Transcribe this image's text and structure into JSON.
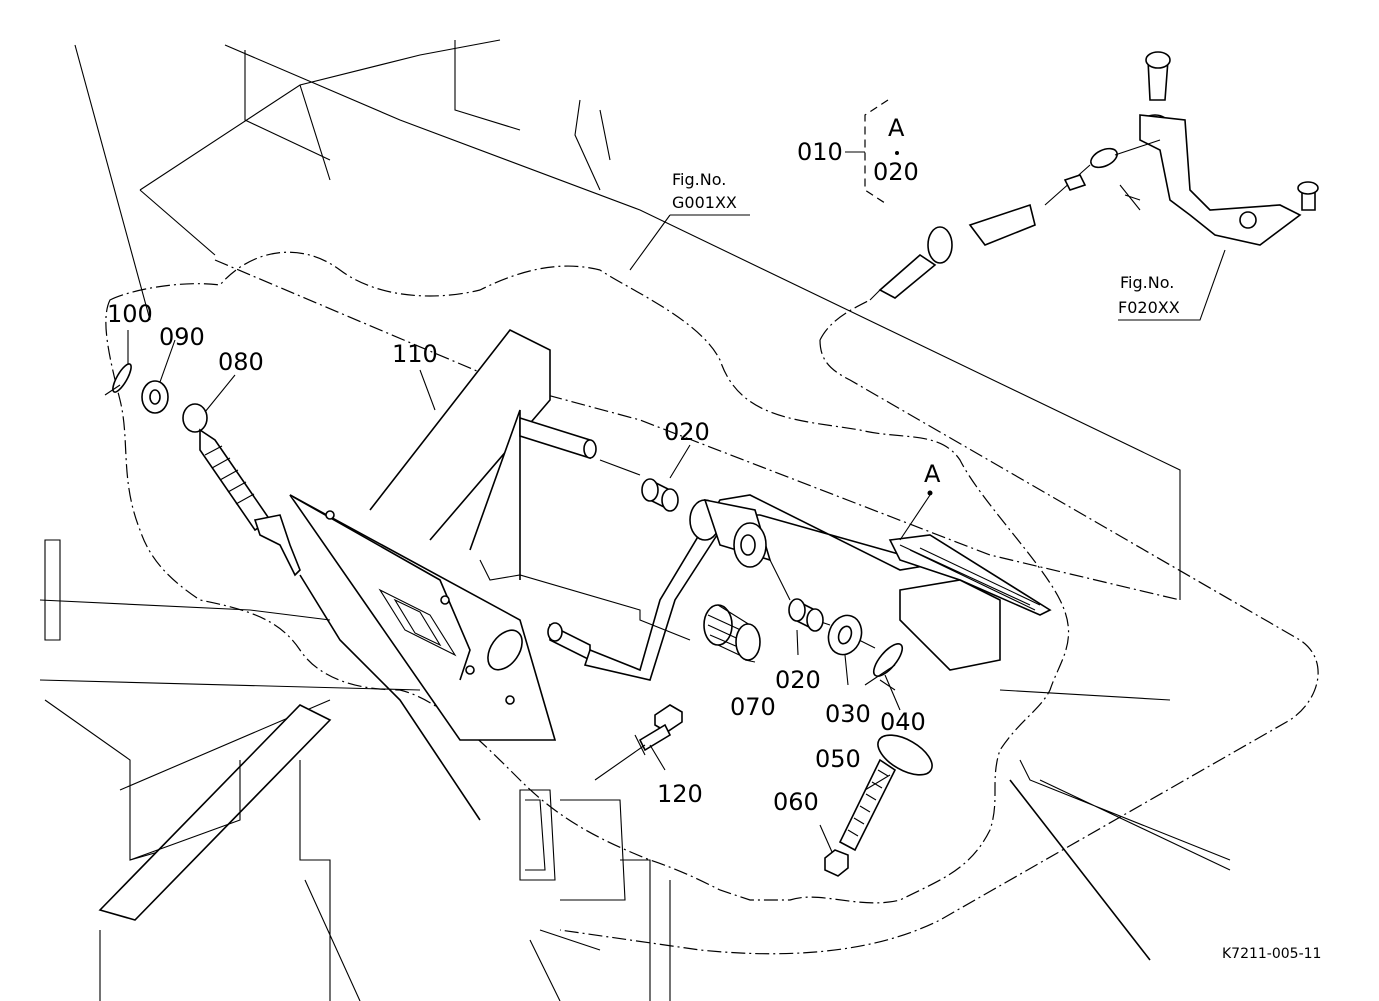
{
  "diagram": {
    "drawing_code": "K7211-005-11",
    "figure_references": [
      {
        "line1": "Fig.No.",
        "line2": "G001XX"
      },
      {
        "line1": "Fig.No.",
        "line2": "F020XX"
      }
    ],
    "assembly_note": {
      "item": "010",
      "detail_marker": "A",
      "contains": "020"
    },
    "detail_marker": "A",
    "part_labels": {
      "p100": "100",
      "p090": "090",
      "p080": "080",
      "p110": "110",
      "p020a": "020",
      "p020b": "020",
      "p070": "070",
      "p030": "030",
      "p040": "040",
      "p120": "120",
      "p050": "050",
      "p060": "060"
    }
  }
}
